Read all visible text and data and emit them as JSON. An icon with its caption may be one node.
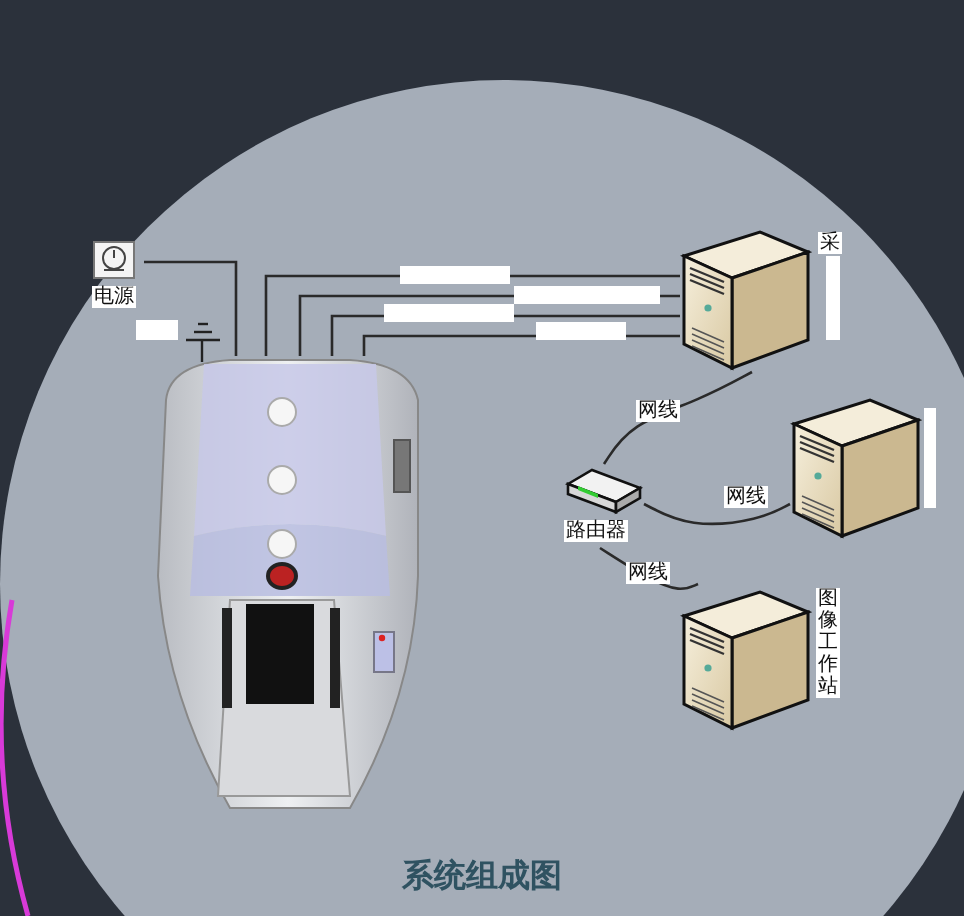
{
  "diagram": {
    "title": "系统组成图",
    "nodes": [
      {
        "text": [
          "电源"
        ]
      },
      {
        "text": [],
        "shape": "picture"
      },
      {
        "text": [
          "采"
        ]
      },
      {
        "text": [
          "路由器"
        ]
      },
      {
        "text": [],
        "shape": "picture"
      },
      {
        "text": [
          "图像工作站"
        ]
      }
    ],
    "edges": [
      {
        "from": 0,
        "to": 1,
        "arrow": "none"
      },
      {
        "from": 1,
        "to": 2,
        "arrow": "none"
      },
      {
        "from": 1,
        "to": 2,
        "arrow": "none"
      },
      {
        "from": 1,
        "to": 2,
        "arrow": "none"
      },
      {
        "from": 1,
        "to": 2,
        "arrow": "none"
      },
      {
        "from": 2,
        "to": 3,
        "arrow": "none",
        "label": "网线"
      },
      {
        "from": 3,
        "to": 4,
        "arrow": "none",
        "label": "网线"
      },
      {
        "from": 3,
        "to": 5,
        "arrow": "none",
        "label": "网线"
      }
    ]
  }
}
